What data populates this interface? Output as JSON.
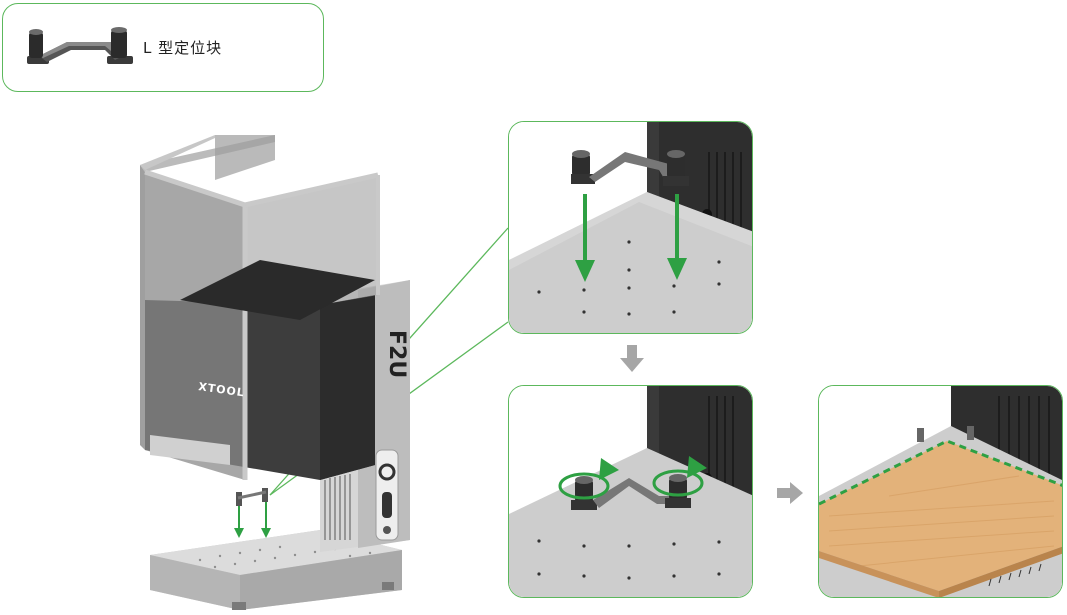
{
  "legend": {
    "label": "L 型定位块",
    "icon": "l-shaped-positioning-block-icon"
  },
  "machine": {
    "brand_text": "XTOOL",
    "model_text": "F2U"
  },
  "colors": {
    "frame_green": "#5cb85c",
    "arrow_green": "#2ea043",
    "board_color": "#e3b27a",
    "step_arrow_gray": "#a6a6a6"
  },
  "steps": [
    {
      "name": "place-block",
      "description_icon": "down-arrows-icon"
    },
    {
      "name": "rotate-block",
      "description_icon": "rotate-arrows-icon"
    },
    {
      "name": "place-material",
      "description_icon": "dashed-outline-icon"
    }
  ]
}
